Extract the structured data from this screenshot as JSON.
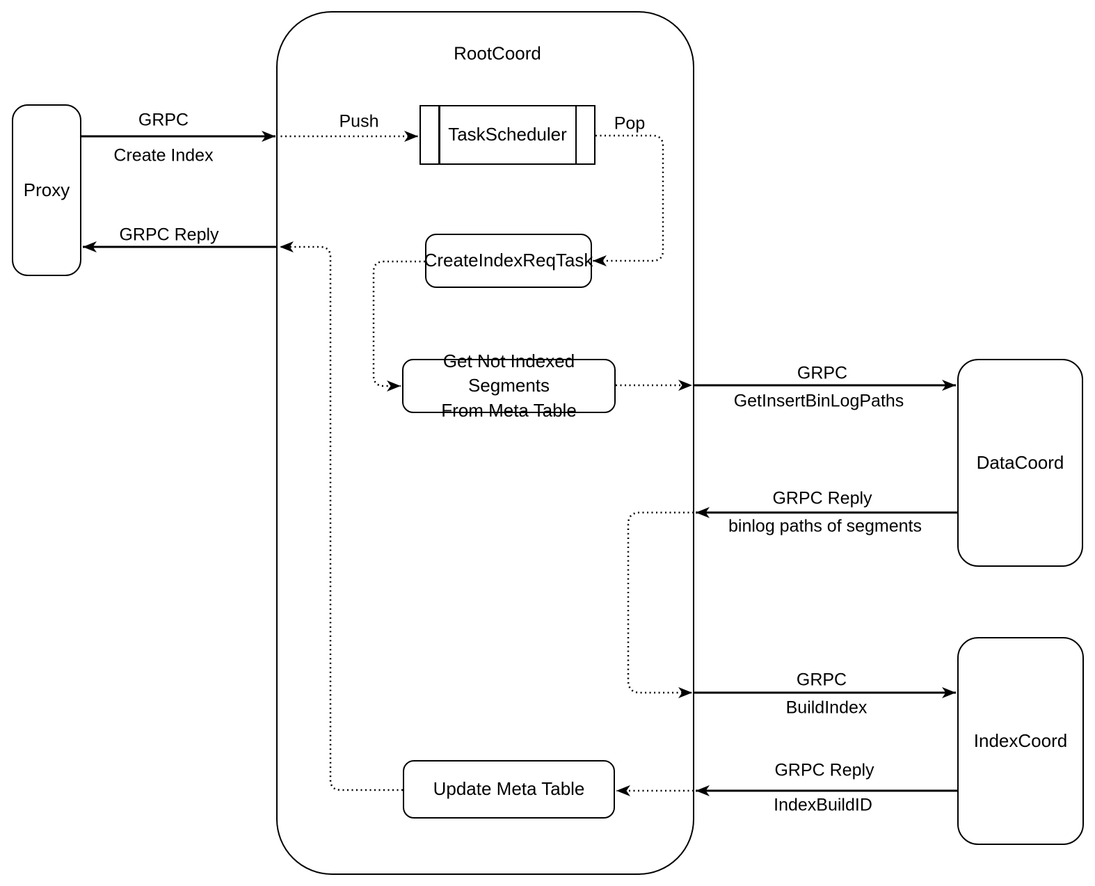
{
  "diagram": {
    "title": "RootCoord",
    "nodes": {
      "proxy": {
        "label": "Proxy"
      },
      "task_scheduler": {
        "label": "TaskScheduler"
      },
      "create_index_req_task": {
        "label": "CreateIndexReqTask"
      },
      "get_not_indexed_segments": {
        "label": "Get Not Indexed Segments\nFrom Meta Table"
      },
      "update_meta_table": {
        "label": "Update Meta Table"
      },
      "data_coord": {
        "label": "DataCoord"
      },
      "index_coord": {
        "label": "IndexCoord"
      }
    },
    "edges": {
      "create_index": {
        "protocol": "GRPC",
        "message": "Create Index"
      },
      "reply_to_proxy": {
        "protocol": "GRPC Reply"
      },
      "push": {
        "label": "Push"
      },
      "pop": {
        "label": "Pop"
      },
      "get_insert_binlog_paths": {
        "protocol": "GRPC",
        "message": "GetInsertBinLogPaths"
      },
      "reply_binlog_paths": {
        "protocol": "GRPC Reply",
        "message": "binlog paths of segments"
      },
      "build_index": {
        "protocol": "GRPC",
        "message": "BuildIndex"
      },
      "reply_index_build_id": {
        "protocol": "GRPC Reply",
        "message": "IndexBuildID"
      }
    },
    "colors": {
      "stroke": "#000000",
      "background": "#ffffff"
    }
  }
}
